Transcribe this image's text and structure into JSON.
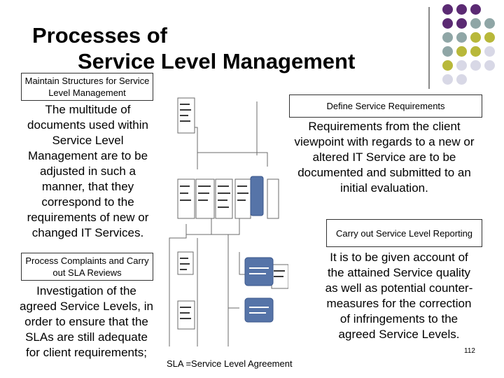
{
  "title": {
    "line1": "Processes of",
    "line2": "Service Level Management"
  },
  "decor": {
    "dot_colors": [
      "#5b2a73",
      "#8fa6a6",
      "#b8b83a",
      "#d8d8e6"
    ]
  },
  "left": {
    "box1_label": "Maintain Structures for Service Level Management",
    "box1_text": "The multitude of documents used within Service Level Management are to be adjusted in such a manner, that they correspond to the requirements of new or changed IT Services.",
    "box2_label": "Process Complaints and Carry out SLA Reviews",
    "box2_text": "Investigation of the agreed Service Levels, in order to ensure that the SLAs are still adequate for client requirements;"
  },
  "right": {
    "box1_label": "Define Service Requirements",
    "box1_text": "Requirements from the client viewpoint with regards to a new or altered IT Service are to be documented and submitted to an initial evaluation.",
    "box2_label": "Carry out Service Level Reporting",
    "box2_text": "It is to be given account of the attained Service quality as well as potential counter-measures for the correction of infringements to the agreed Service Levels."
  },
  "footer": {
    "note": "SLA =Service Level Agreement",
    "page": "112"
  }
}
